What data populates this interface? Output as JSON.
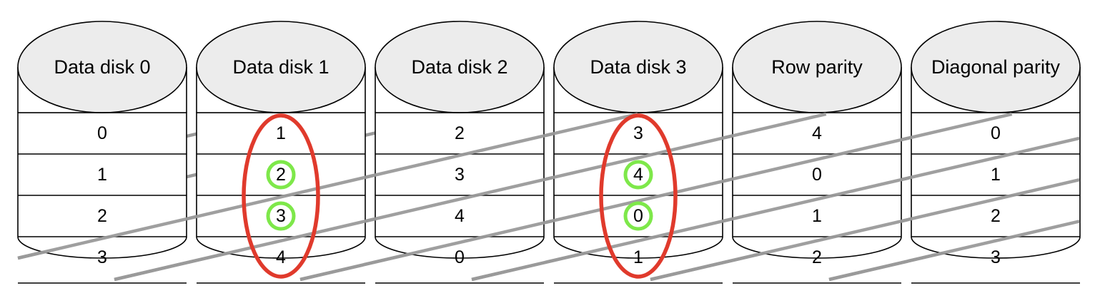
{
  "disks": [
    {
      "label": "Data disk 0",
      "blocks": [
        "0",
        "1",
        "2",
        "3"
      ]
    },
    {
      "label": "Data disk 1",
      "blocks": [
        "1",
        "2",
        "3",
        "4"
      ]
    },
    {
      "label": "Data disk 2",
      "blocks": [
        "2",
        "3",
        "4",
        "0"
      ]
    },
    {
      "label": "Data disk 3",
      "blocks": [
        "3",
        "4",
        "0",
        "1"
      ]
    },
    {
      "label": "Row parity",
      "blocks": [
        "4",
        "0",
        "1",
        "2"
      ]
    },
    {
      "label": "Diagonal parity",
      "blocks": [
        "0",
        "1",
        "2",
        "3"
      ]
    }
  ],
  "highlights": {
    "failed_disks": [
      1,
      3
    ],
    "recovered_blocks": [
      {
        "disk": 1,
        "row": 1
      },
      {
        "disk": 1,
        "row": 2
      },
      {
        "disk": 3,
        "row": 1
      },
      {
        "disk": 3,
        "row": 2
      }
    ]
  },
  "colors": {
    "outline": "#000000",
    "cap_fill": "#ececec",
    "diagonal": "#9a9a9a",
    "failed_disk": "#e03a2c",
    "recovered_block": "#7ee84a"
  }
}
